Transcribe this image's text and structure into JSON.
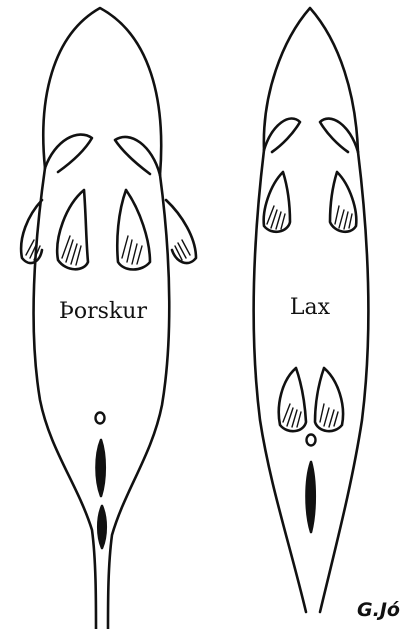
{
  "figure": {
    "fish_left": {
      "label": "Þorskur"
    },
    "fish_right": {
      "label": "Lax"
    },
    "signature": "G.Jó"
  }
}
